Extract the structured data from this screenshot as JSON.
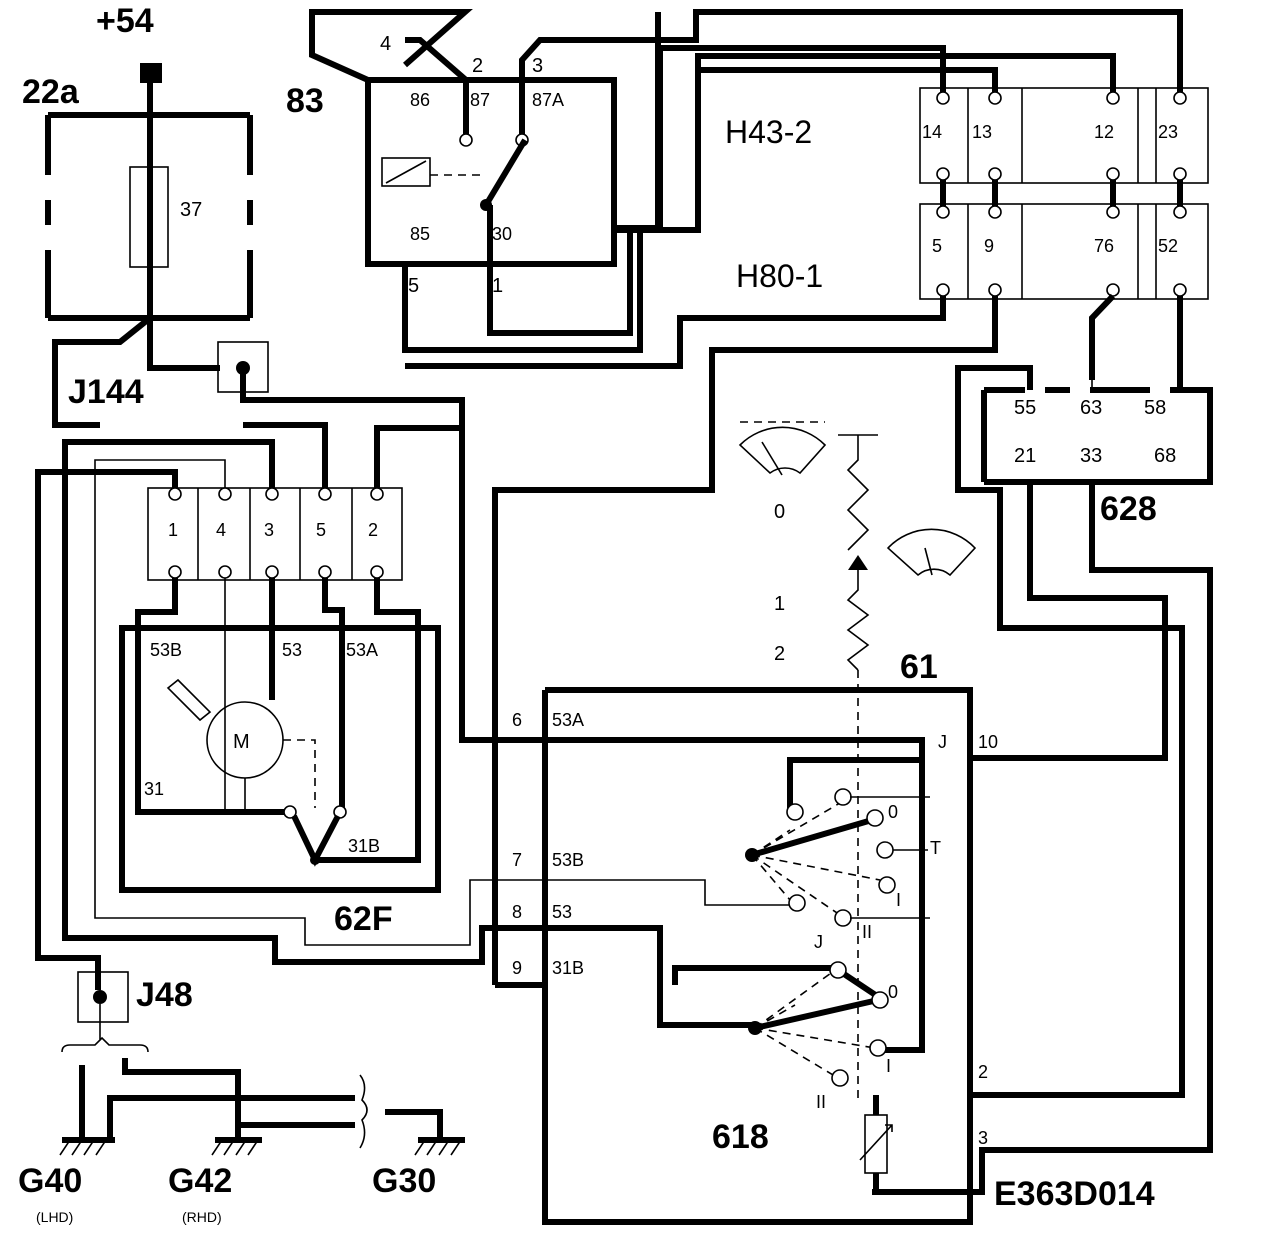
{
  "diagram_id": "E363D014",
  "supply": "+54",
  "fuse": {
    "box": "22a",
    "number": "37"
  },
  "splices": [
    "J144",
    "J48"
  ],
  "relay": {
    "id": "83",
    "wire_numbers": [
      "4",
      "2",
      "3",
      "5",
      "1"
    ],
    "pins": [
      "86",
      "87",
      "87A",
      "85",
      "30"
    ]
  },
  "connector_h43": {
    "id": "H43-2",
    "pins": [
      "14",
      "13",
      "12",
      "23"
    ]
  },
  "connector_h80": {
    "id": "H80-1",
    "pins": [
      "5",
      "9",
      "76",
      "52"
    ]
  },
  "module_628": {
    "id": "628",
    "pins": [
      "55",
      "63",
      "58",
      "21",
      "33",
      "68"
    ]
  },
  "wiper_motor": {
    "id": "62F",
    "connector_pins": [
      "1",
      "4",
      "3",
      "5",
      "2"
    ],
    "terminals": [
      "53B",
      "53",
      "53A",
      "31",
      "31B"
    ],
    "motor_label": "M"
  },
  "switch": {
    "id": "618",
    "group": "61",
    "pin_numbers": [
      "6",
      "7",
      "8",
      "9",
      "10",
      "2",
      "3"
    ],
    "pin_labels": [
      "53A",
      "53B",
      "53",
      "31B"
    ],
    "positions": [
      "0",
      "T",
      "I",
      "II",
      "J",
      "0",
      "I",
      "II",
      "J"
    ],
    "gauge_labels": [
      "0",
      "1",
      "2"
    ]
  },
  "grounds": [
    {
      "id": "G40",
      "note": "(LHD)"
    },
    {
      "id": "G42",
      "note": "(RHD)"
    },
    {
      "id": "G30",
      "note": ""
    }
  ]
}
